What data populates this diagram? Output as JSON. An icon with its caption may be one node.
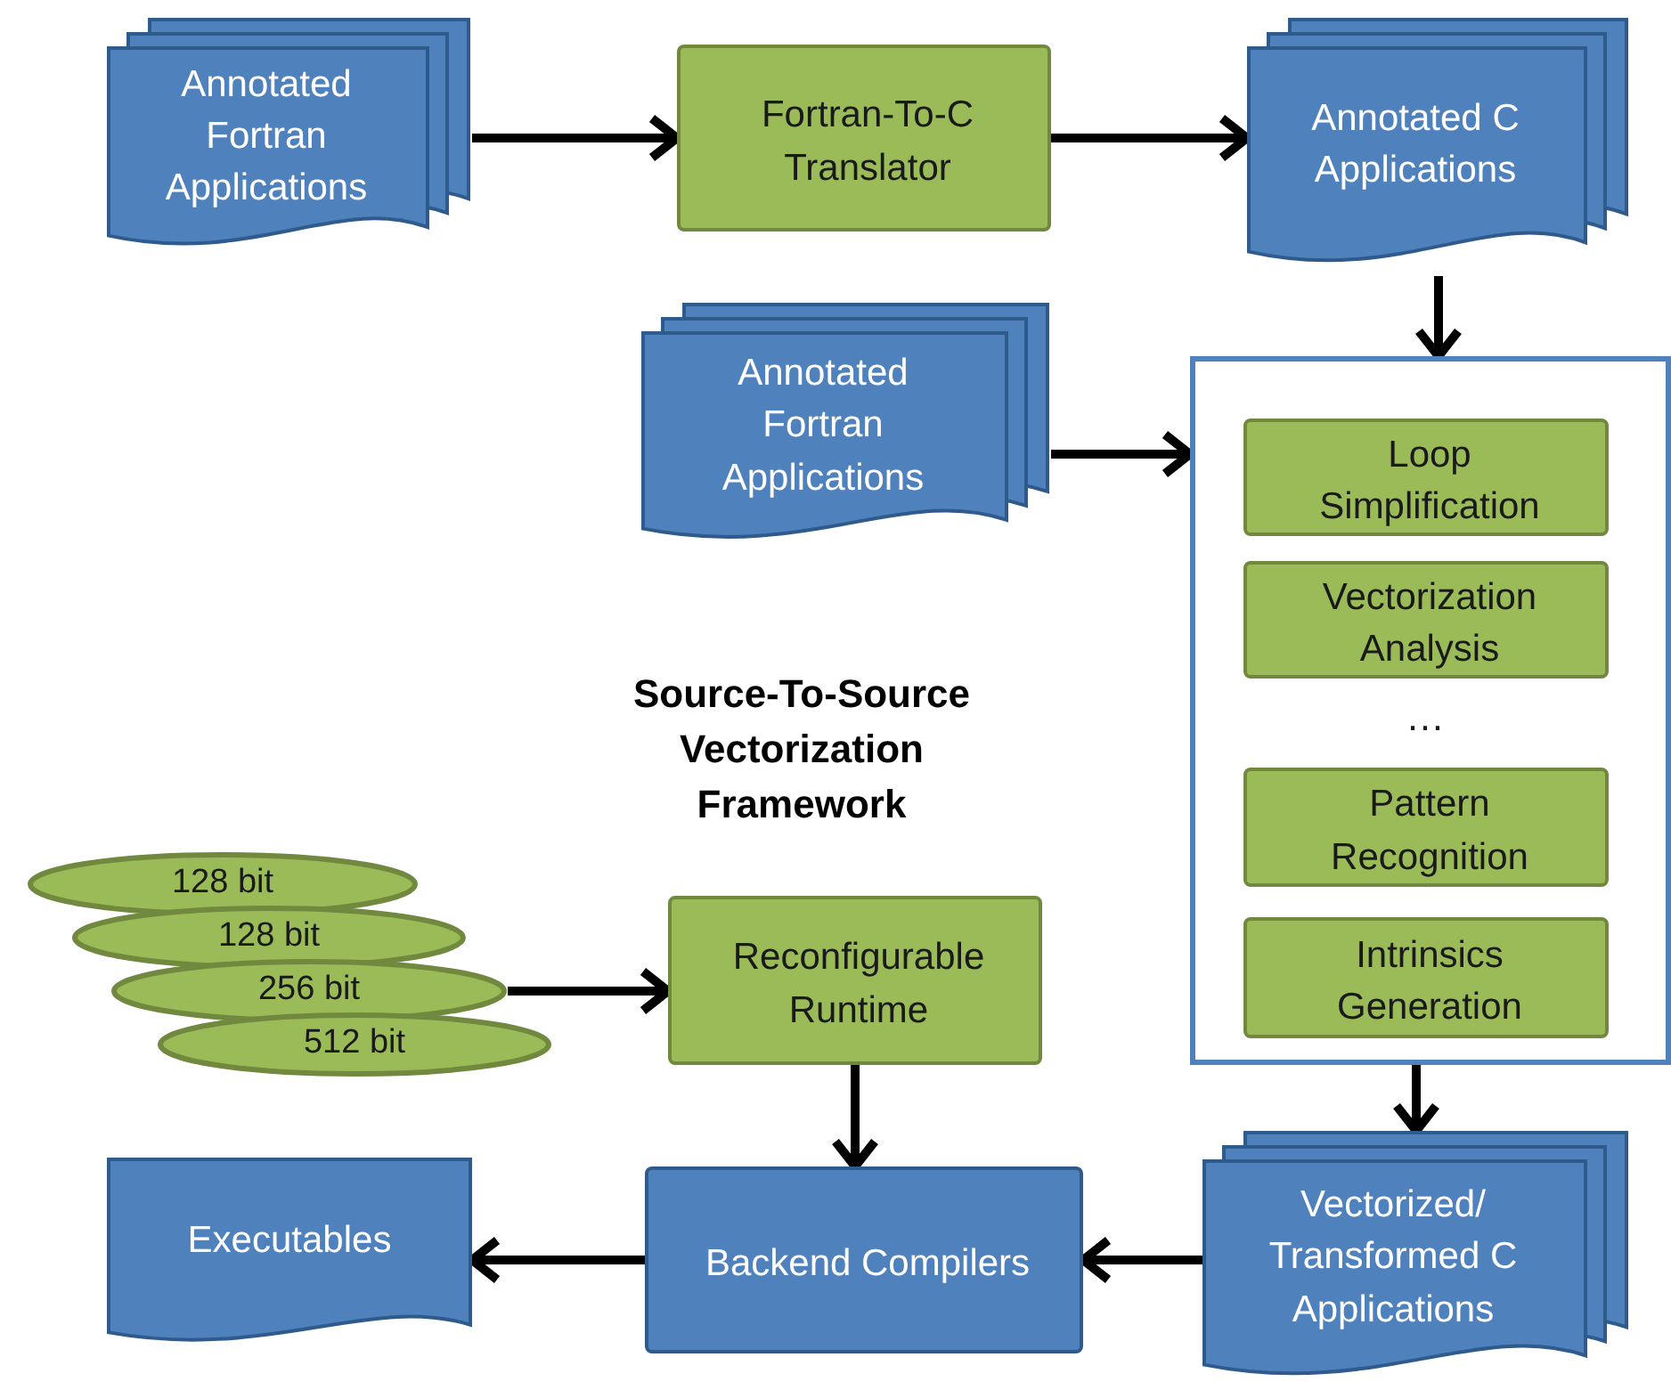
{
  "diagram": {
    "nodes": [
      {
        "text": [
          "Annotated Fortran Applications"
        ]
      },
      {
        "text": [
          "Fortran-To-C Translator"
        ]
      },
      {
        "text": [
          "Annotated C Applications"
        ]
      },
      {
        "text": [
          "Annotated Fortran Applications"
        ]
      },
      {
        "text": [],
        "shape": "box"
      },
      {
        "text": [
          "Loop Simplification"
        ],
        "in": 4
      },
      {
        "text": [
          "Vectorization Analysis"
        ],
        "in": 4
      },
      {
        "text": [
          "Pattern Recognition"
        ],
        "in": 4
      },
      {
        "text": [
          "Intrinsics Generation"
        ],
        "in": 4
      },
      {
        "text": [
          "128 bit"
        ]
      },
      {
        "text": [
          "128 bit"
        ]
      },
      {
        "text": [
          "256 bit"
        ]
      },
      {
        "text": [
          "512 bit"
        ]
      },
      {
        "text": [
          "Reconfigurable Runtime"
        ]
      },
      {
        "text": [
          "Executables"
        ]
      },
      {
        "text": [
          "Backend Compilers"
        ]
      },
      {
        "text": [
          "Vectorized/ Transformed C Applications"
        ]
      }
    ],
    "edges": [
      {
        "from": 0,
        "to": 1,
        "arrow": "to"
      },
      {
        "from": 1,
        "to": 2,
        "arrow": "to"
      },
      {
        "from": 2,
        "to": 4,
        "arrow": "to"
      },
      {
        "from": 3,
        "to": 4,
        "arrow": "to"
      },
      {
        "from": 4,
        "to": 16,
        "arrow": "to"
      },
      {
        "from": 11,
        "to": 13,
        "arrow": "to"
      },
      {
        "from": 13,
        "to": 15,
        "arrow": "to"
      },
      {
        "from": 16,
        "to": 15,
        "arrow": "to"
      },
      {
        "from": 15,
        "to": 14,
        "arrow": "to"
      }
    ],
    "labels": [
      "…",
      "Source-To-Source Vectorization Framework"
    ]
  }
}
